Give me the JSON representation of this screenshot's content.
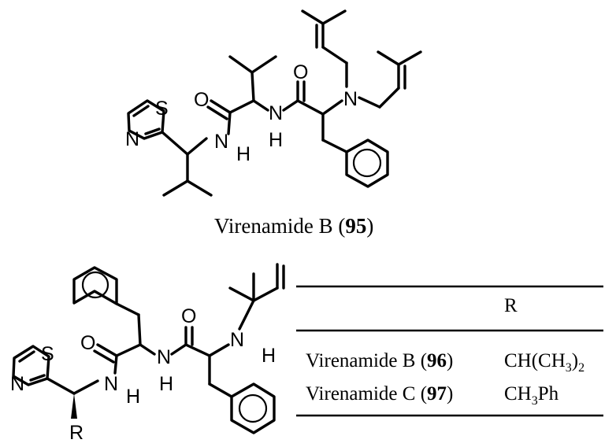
{
  "atoms": {
    "S": "S",
    "N": "N",
    "NH_N": "N",
    "NH_H": "H",
    "O": "O",
    "R": "R"
  },
  "top_compound": {
    "name": "Virenamide B",
    "number": "95"
  },
  "table": {
    "header": "R",
    "rows": [
      {
        "name": "Virenamide B",
        "number": "96",
        "r_main": "CH(CH",
        "r_sub1": "3",
        "r_mid": ")",
        "r_sub2": "2",
        "r_end": ""
      },
      {
        "name": "Virenamide C",
        "number": "97",
        "r_main": "CH",
        "r_sub1": "3",
        "r_mid": "Ph",
        "r_sub2": "",
        "r_end": ""
      }
    ]
  }
}
